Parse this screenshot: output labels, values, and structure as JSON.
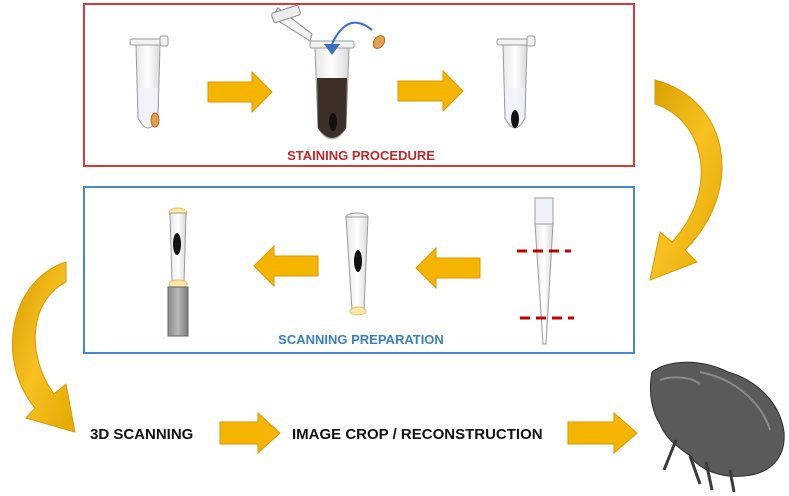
{
  "staining": {
    "label": "STAINING PROCEDURE",
    "border_color": "#d9383a",
    "text_color": "#c0282b"
  },
  "scanning": {
    "label": "SCANNING PREPARATION",
    "border_color": "#4a86c8",
    "text_color": "#3a7fc4"
  },
  "flow": {
    "scan_label": "3D SCANNING",
    "crop_label": "IMAGE CROP / RECONSTRUCTION"
  },
  "colors": {
    "arrow": "#f5b400",
    "arrow_dark": "#d69a00",
    "stain": "#3b2f28",
    "cut_line": "#c00000"
  },
  "icons": [
    "microtube-icon",
    "pipette-tip-icon",
    "mounted-tube-icon",
    "beetle-render-icon"
  ]
}
